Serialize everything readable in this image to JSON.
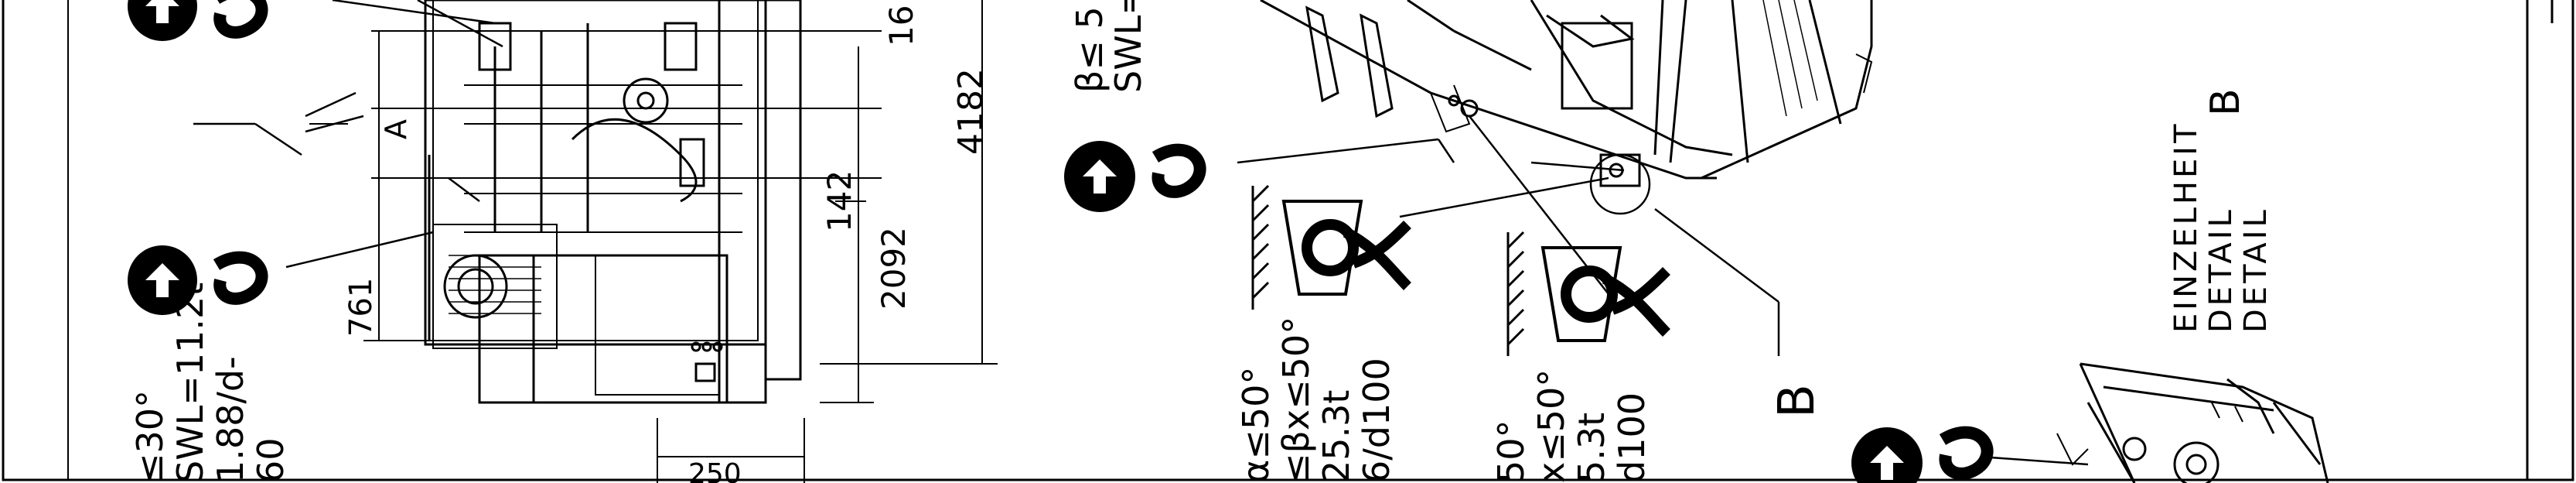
{
  "colors": {
    "ink": "#000000",
    "paper": "#ffffff"
  },
  "icons": [
    "lifting-point-hook-icon",
    "anchor-shackle-icon",
    "ground-hatch-icon"
  ],
  "dimensions": {
    "d_761": "761",
    "d_2092": "2092",
    "d_142": "142",
    "d_4182": "4182",
    "d_16": "16",
    "d_250": "250",
    "d_a": "A"
  },
  "left_sling_spec": {
    "line1": "≤30°",
    "line2": "SWL=11.2t",
    "line3": "1.88/d-",
    "line4": "60"
  },
  "mid_top_spec": {
    "line1": "β≤ 5",
    "line2": "SWL="
  },
  "mid_spec_1": {
    "line1": "α≤50°",
    "line2": "≤βx≤50°",
    "line3": "25.3t",
    "line4": "6/d100"
  },
  "mid_spec_2": {
    "line1": "50°",
    "line2": "x≤50°",
    "line3": "5.3t",
    "line4": "d100"
  },
  "detail": {
    "callout": "B",
    "line1": "EINZELHEIT",
    "line2": "DETAIL",
    "line3": "DETAIL",
    "letter": "B"
  }
}
